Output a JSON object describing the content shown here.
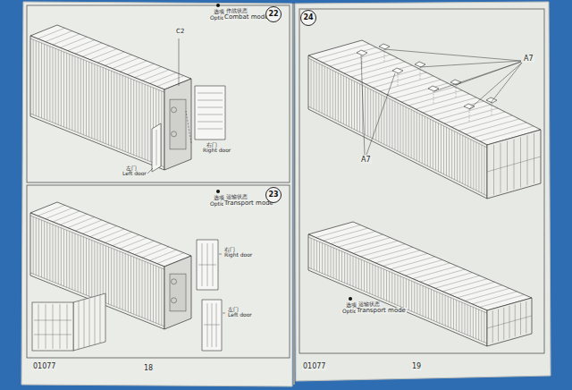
{
  "diagram": {
    "nodes": [
      {
        "text": [
          "22"
        ]
      },
      {
        "text": [
          "23"
        ]
      },
      {
        "text": [
          "24"
        ]
      }
    ],
    "labels": [
      "选项",
      "Option",
      "作战状态",
      "Combat mode",
      "C2",
      "右门",
      "Right door",
      "左门",
      "Left door",
      "选项",
      "Option",
      "运输状态",
      "Transport mode",
      "右门",
      "Right door",
      "左门",
      "Left door",
      "01077",
      "18",
      "A7",
      "A7",
      "选项",
      "Option",
      "运输状态",
      "Transport mode",
      "01077",
      "19"
    ]
  }
}
